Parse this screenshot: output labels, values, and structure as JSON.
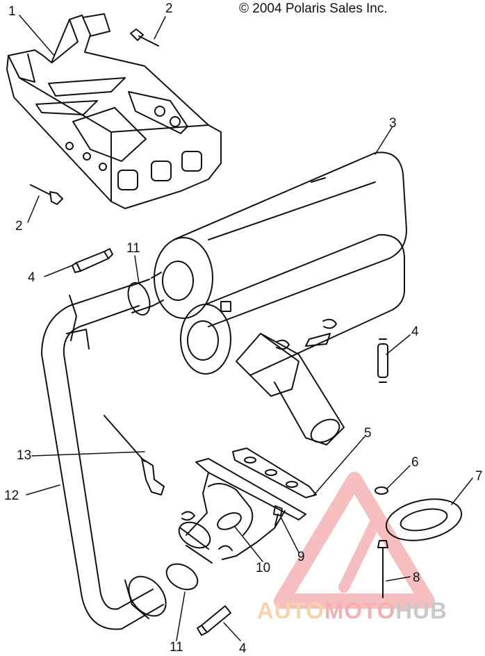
{
  "header": {
    "copyright": "© 2004 Polaris Sales Inc."
  },
  "callouts": [
    {
      "id": "c1",
      "label": "1"
    },
    {
      "id": "c2a",
      "label": "2"
    },
    {
      "id": "c2b",
      "label": "2"
    },
    {
      "id": "c3",
      "label": "3"
    },
    {
      "id": "c4a",
      "label": "4"
    },
    {
      "id": "c4b",
      "label": "4"
    },
    {
      "id": "c4c",
      "label": "4"
    },
    {
      "id": "c5",
      "label": "5"
    },
    {
      "id": "c6",
      "label": "6"
    },
    {
      "id": "c7",
      "label": "7"
    },
    {
      "id": "c8",
      "label": "8"
    },
    {
      "id": "c9",
      "label": "9"
    },
    {
      "id": "c10",
      "label": "10"
    },
    {
      "id": "c11a",
      "label": "11"
    },
    {
      "id": "c11b",
      "label": "11"
    },
    {
      "id": "c12",
      "label": "12"
    },
    {
      "id": "c13",
      "label": "13"
    }
  ],
  "watermark": {
    "part1": "AUTO",
    "part2": "MOTO",
    "part3": "HUB",
    "color_red": "#f08a8a",
    "color_orange": "#f5c896",
    "color_grey": "#c8c8c8"
  }
}
